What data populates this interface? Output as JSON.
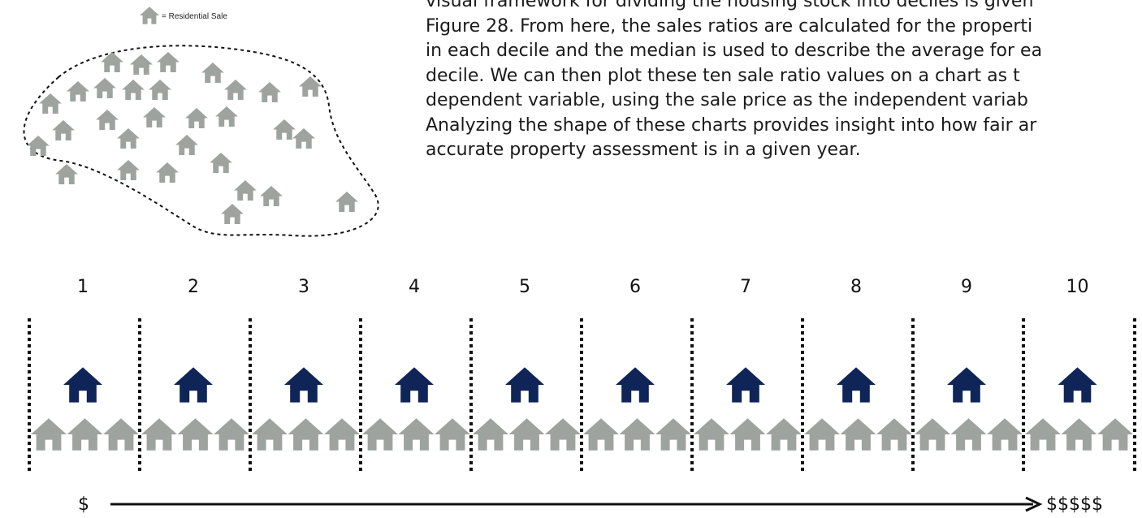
{
  "legend": {
    "label": "= Residential Sale"
  },
  "paragraph": {
    "lines": [
      "visual framework for dividing the housing stock into deciles is given",
      "Figure 28. From here, the sales ratios are calculated for the properti",
      "in each decile and the median is used to describe the average for ea",
      "decile. We can then plot these ten sale ratio values on a chart as t",
      "dependent variable, using the sale price as the independent variab",
      "Analyzing the shape of these charts provides insight into how fair ar",
      "accurate property assessment is in a given year."
    ]
  },
  "deciles": {
    "labels": [
      "1",
      "2",
      "3",
      "4",
      "5",
      "6",
      "7",
      "8",
      "9",
      "10"
    ]
  },
  "price_axis": {
    "low_label": "$",
    "high_label": "$$$$$"
  },
  "colors": {
    "house_gray": "#9ea39f",
    "house_navy": "#0f2457",
    "line": "#111111"
  },
  "icons": {
    "house": "house-icon",
    "arrow": "arrow-right-icon"
  }
}
